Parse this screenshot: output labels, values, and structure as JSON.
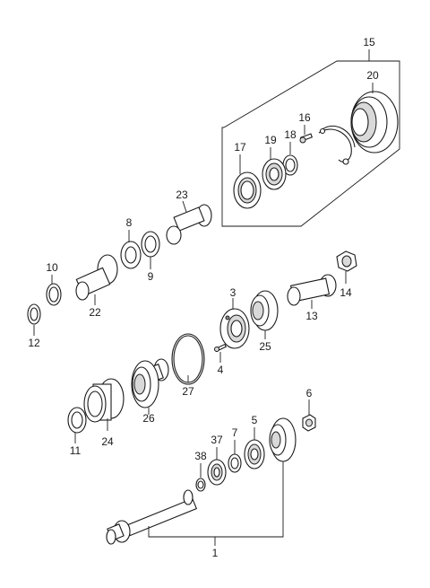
{
  "parts": {
    "p1": "1",
    "p3": "3",
    "p4": "4",
    "p5": "5",
    "p6": "6",
    "p7": "7",
    "p8": "8",
    "p9": "9",
    "p10": "10",
    "p11": "11",
    "p12": "12",
    "p13": "13",
    "p14": "14",
    "p15": "15",
    "p16": "16",
    "p17": "17",
    "p18": "18",
    "p19": "19",
    "p20": "20",
    "p22": "22",
    "p23": "23",
    "p24": "24",
    "p25": "25",
    "p26": "26",
    "p27": "27",
    "p37": "37",
    "p38": "38"
  }
}
